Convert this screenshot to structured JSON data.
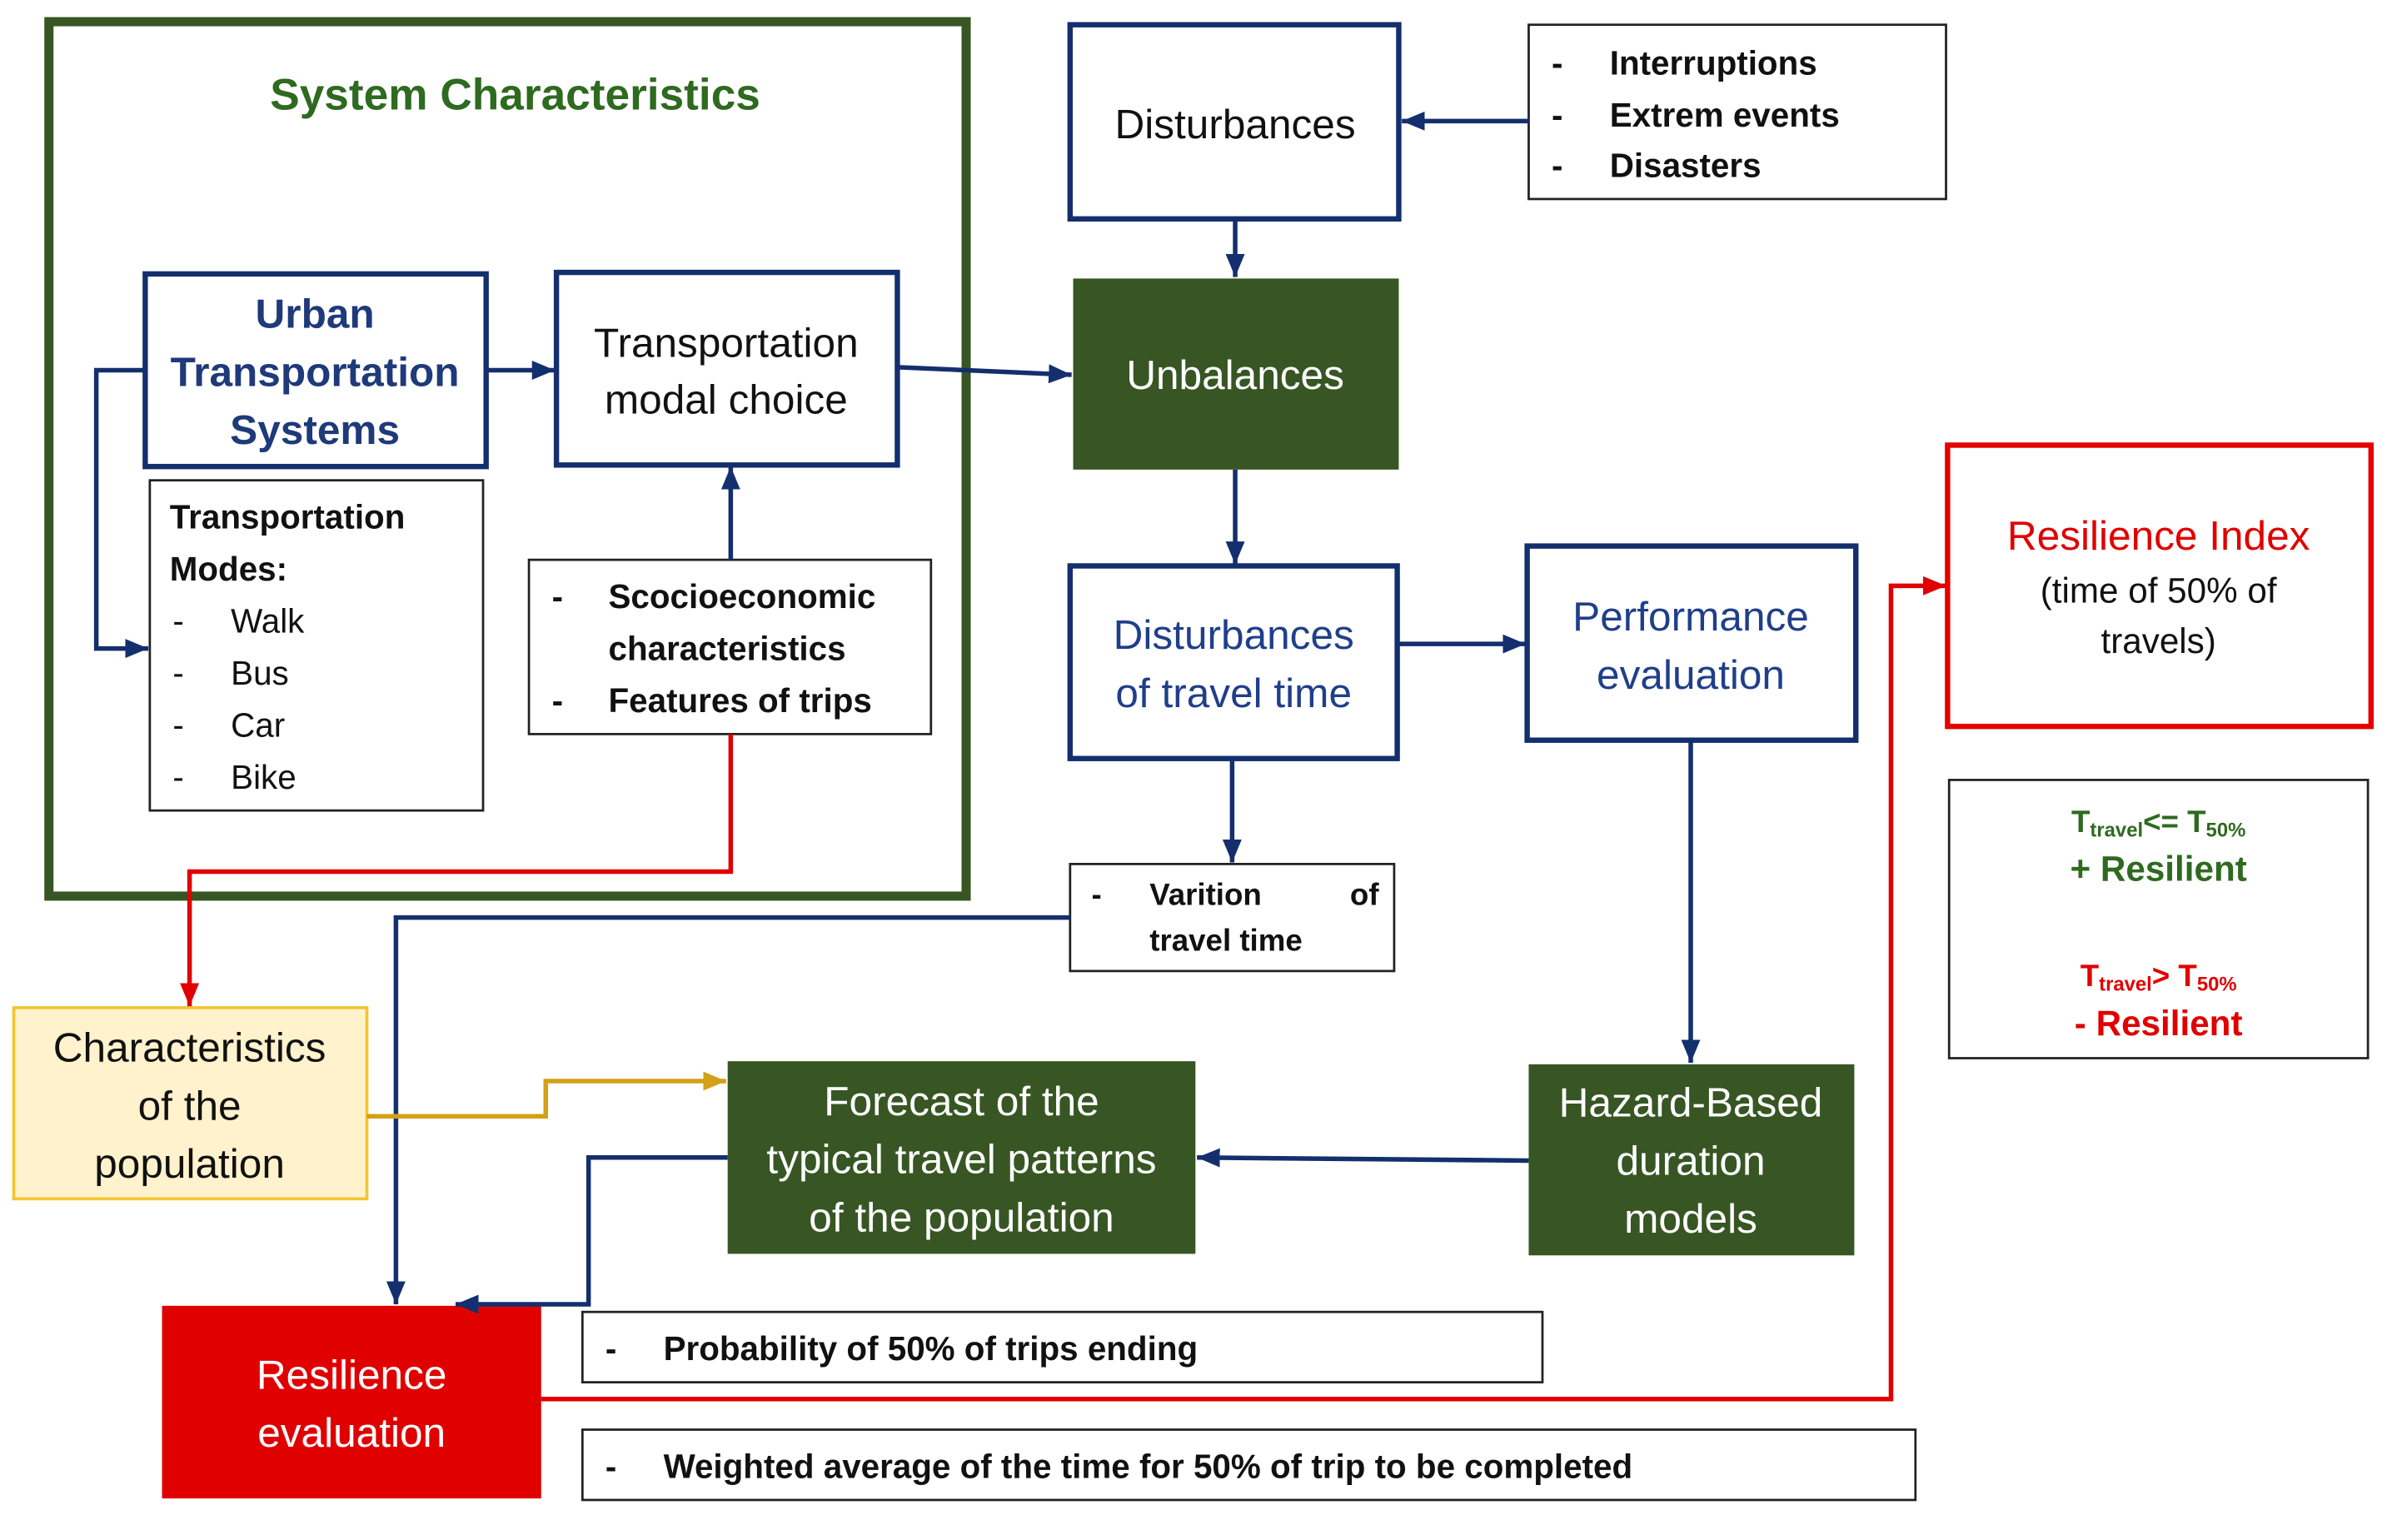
{
  "diagram": {
    "system_characteristics": {
      "title": "System Characteristics"
    },
    "urban_transportation_systems": {
      "lines": [
        "Urban",
        "Transportation",
        "Systems"
      ]
    },
    "transportation_modes": {
      "heading": [
        "Transportation",
        "Modes:"
      ],
      "bullet": "-",
      "items": [
        "Walk",
        "Bus",
        "Car",
        "Bike"
      ]
    },
    "modal_choice": {
      "lines": [
        "Transportation",
        "modal choice"
      ]
    },
    "trip_factors": {
      "bullet": "-",
      "items": [
        {
          "lines": [
            "Scocioeconomic",
            "characteristics"
          ]
        },
        {
          "lines": [
            "Features of trips"
          ]
        }
      ]
    },
    "disturbances": {
      "label": "Disturbances"
    },
    "disturbance_sources": {
      "bullet": "-",
      "items": [
        "Interruptions",
        "Extrem events",
        "Disasters"
      ]
    },
    "unbalances": {
      "label": "Unbalances"
    },
    "travel_time_disturbances": {
      "lines": [
        "Disturbances",
        "of travel time"
      ]
    },
    "performance_evaluation": {
      "lines": [
        "Performance",
        "evaluation"
      ]
    },
    "resilience_index": {
      "title": "Resilience Index",
      "lines": [
        "(time of 50% of",
        "travels)"
      ]
    },
    "resilience_criteria": {
      "positive": {
        "t": "T",
        "t_sub": "travel",
        "op_t": "<= T",
        "threshold_sub": "50%",
        "label": "+ Resilient"
      },
      "negative": {
        "t": "T",
        "t_sub": "travel",
        "op_t": "> T",
        "threshold_sub": "50%",
        "label": "- Resilient"
      }
    },
    "travel_time_variation": {
      "bullet": "-",
      "words": [
        "Varition",
        "of"
      ],
      "line2": "travel time"
    },
    "population_characteristics": {
      "lines": [
        "Characteristics",
        "of the",
        "population"
      ]
    },
    "travel_pattern_forecast": {
      "lines": [
        "Forecast of the",
        "typical travel patterns",
        "of the population"
      ]
    },
    "hazard_models": {
      "lines": [
        "Hazard-Based",
        "duration",
        "models"
      ]
    },
    "resilience_evaluation": {
      "lines": [
        "Resilience",
        "evaluation"
      ]
    },
    "probability_note": {
      "bullet": "-",
      "text": "Probability of 50% of trips ending"
    },
    "weighted_average_note": {
      "bullet": "-",
      "text": "Weighted average of the time for 50% of trip to be completed"
    }
  },
  "colors": {
    "blue": "#142f6e",
    "green": "#375623",
    "red": "#e00000",
    "gold": "#d4a017",
    "population_fill": "#fff2cc"
  }
}
